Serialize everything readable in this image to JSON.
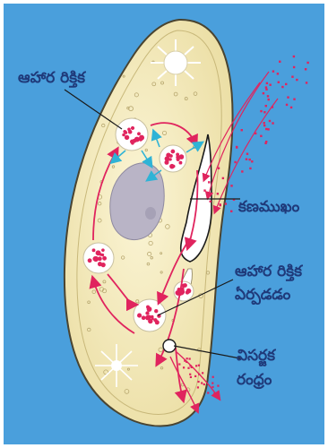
{
  "labels": {
    "food_vacuole": "ఆహార రిక్తిక",
    "oral_groove": "కణముఖం",
    "vacuole_formation_line1": "ఆహార రిక్తిక",
    "vacuole_formation_line2": "ఏర్పడడం",
    "anal_pore_line1": "విసర్జక",
    "anal_pore_line2": "రంధ్రం"
  },
  "colors": {
    "background": "#4a9fdc",
    "cell_fill": "#f2e7b7",
    "cell_outline": "#4a4430",
    "nucleus": "#b9b4c6",
    "food_particles": "#e0245e",
    "arrows_red": "#e0245e",
    "arrows_cyan": "#2fb3d6",
    "label_text": "#1f3a7a"
  }
}
